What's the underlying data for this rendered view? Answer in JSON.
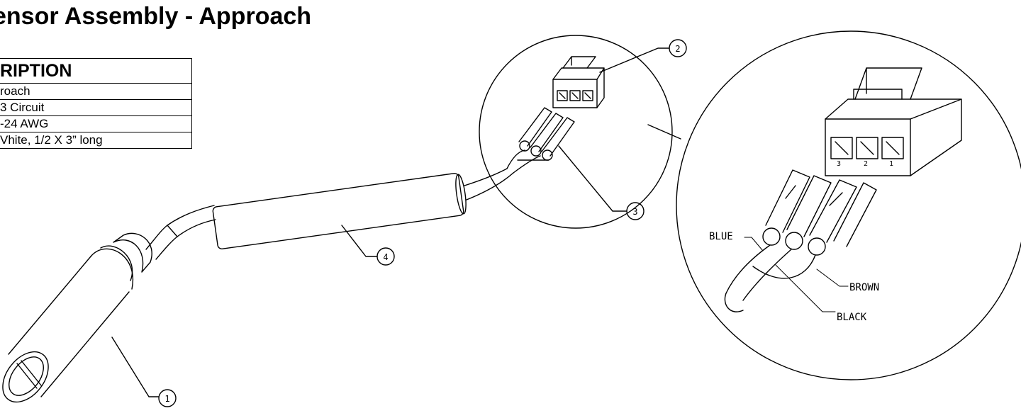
{
  "title": "ensor Assembly - Approach",
  "bom": {
    "header": "RIPTION",
    "rows": [
      "roach",
      " 3 Circuit",
      "-24 AWG",
      "Vhite,  1/2 X 3” long"
    ]
  },
  "balloons": [
    "1",
    "2",
    "3",
    "4"
  ],
  "pin_numbers": [
    "3",
    "2",
    "1"
  ],
  "wire_labels": {
    "blue": "BLUE",
    "brown": "BROWN",
    "black": "BLACK"
  }
}
